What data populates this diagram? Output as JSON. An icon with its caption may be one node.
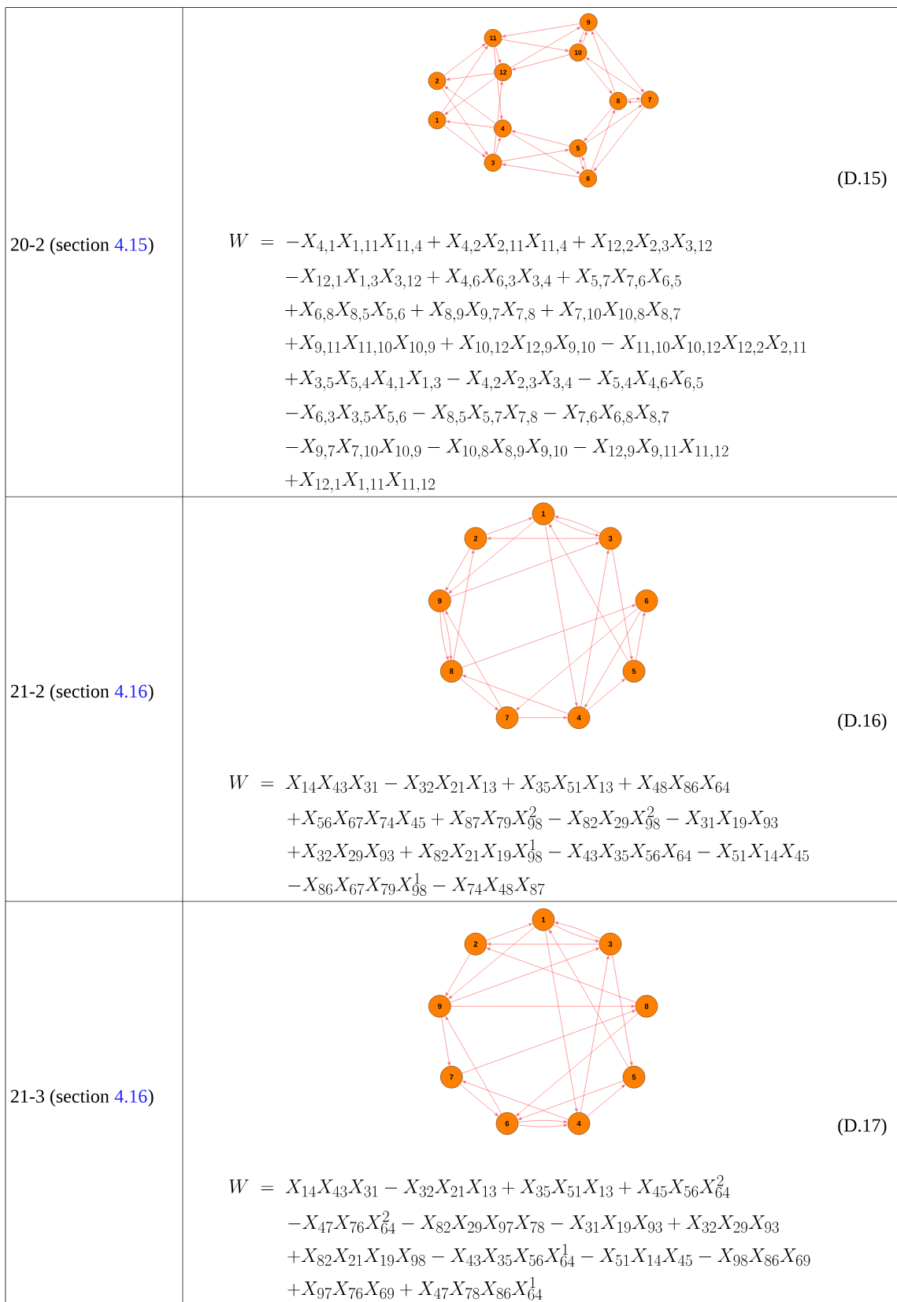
{
  "diagram": {
    "nodes": [
      {
        "text": [
          "1"
        ]
      },
      {
        "text": [
          "2"
        ]
      },
      {
        "text": [
          "3"
        ]
      },
      {
        "text": [
          "4"
        ]
      },
      {
        "text": [
          "5"
        ]
      },
      {
        "text": [
          "6"
        ]
      },
      {
        "text": [
          "7"
        ]
      },
      {
        "text": [
          "8"
        ]
      },
      {
        "text": [
          "9"
        ]
      },
      {
        "text": [
          "10"
        ]
      },
      {
        "text": [
          "11"
        ]
      },
      {
        "text": [
          "12"
        ]
      },
      {
        "text": [
          "1"
        ]
      },
      {
        "text": [
          "2"
        ]
      },
      {
        "text": [
          "3"
        ]
      },
      {
        "text": [
          "4"
        ]
      },
      {
        "text": [
          "5"
        ]
      },
      {
        "text": [
          "6"
        ]
      },
      {
        "text": [
          "7"
        ]
      },
      {
        "text": [
          "8"
        ]
      },
      {
        "text": [
          "9"
        ]
      },
      {
        "text": [
          "1"
        ]
      },
      {
        "text": [
          "2"
        ]
      },
      {
        "text": [
          "3"
        ]
      },
      {
        "text": [
          "4"
        ]
      },
      {
        "text": [
          "5"
        ]
      },
      {
        "text": [
          "6"
        ]
      },
      {
        "text": [
          "7"
        ]
      },
      {
        "text": [
          "8"
        ]
      },
      {
        "text": [
          "9"
        ]
      }
    ],
    "edges": [
      {
        "from": 3,
        "to": 0,
        "arrow": "to"
      },
      {
        "from": 0,
        "to": 10,
        "arrow": "to"
      },
      {
        "from": 10,
        "to": 3,
        "arrow": "to"
      },
      {
        "from": 3,
        "to": 1,
        "arrow": "to"
      },
      {
        "from": 1,
        "to": 10,
        "arrow": "to"
      },
      {
        "from": 11,
        "to": 1,
        "arrow": "to"
      },
      {
        "from": 1,
        "to": 2,
        "arrow": "to"
      },
      {
        "from": 2,
        "to": 11,
        "arrow": "to"
      },
      {
        "from": 11,
        "to": 0,
        "arrow": "to"
      },
      {
        "from": 0,
        "to": 2,
        "arrow": "to"
      },
      {
        "from": 3,
        "to": 5,
        "arrow": "to"
      },
      {
        "from": 5,
        "to": 2,
        "arrow": "to"
      },
      {
        "from": 2,
        "to": 3,
        "arrow": "to"
      },
      {
        "from": 4,
        "to": 6,
        "arrow": "to"
      },
      {
        "from": 6,
        "to": 5,
        "arrow": "to"
      },
      {
        "from": 5,
        "to": 4,
        "arrow": "to"
      },
      {
        "from": 5,
        "to": 7,
        "arrow": "to"
      },
      {
        "from": 7,
        "to": 4,
        "arrow": "to"
      },
      {
        "from": 4,
        "to": 5,
        "arrow": "to"
      },
      {
        "from": 7,
        "to": 8,
        "arrow": "to"
      },
      {
        "from": 8,
        "to": 6,
        "arrow": "to"
      },
      {
        "from": 6,
        "to": 7,
        "arrow": "to"
      },
      {
        "from": 6,
        "to": 9,
        "arrow": "to"
      },
      {
        "from": 9,
        "to": 7,
        "arrow": "to"
      },
      {
        "from": 7,
        "to": 6,
        "arrow": "to"
      },
      {
        "from": 8,
        "to": 10,
        "arrow": "to"
      },
      {
        "from": 10,
        "to": 9,
        "arrow": "to"
      },
      {
        "from": 9,
        "to": 8,
        "arrow": "to"
      },
      {
        "from": 9,
        "to": 11,
        "arrow": "to"
      },
      {
        "from": 11,
        "to": 8,
        "arrow": "to"
      },
      {
        "from": 8,
        "to": 9,
        "arrow": "to"
      },
      {
        "from": 2,
        "to": 4,
        "arrow": "to"
      },
      {
        "from": 4,
        "to": 3,
        "arrow": "to"
      },
      {
        "from": 10,
        "to": 11,
        "arrow": "to"
      },
      {
        "from": 12,
        "to": 15,
        "arrow": "to"
      },
      {
        "from": 15,
        "to": 14,
        "arrow": "to"
      },
      {
        "from": 14,
        "to": 12,
        "arrow": "to"
      },
      {
        "from": 14,
        "to": 13,
        "arrow": "to"
      },
      {
        "from": 13,
        "to": 12,
        "arrow": "to"
      },
      {
        "from": 12,
        "to": 14,
        "arrow": "to"
      },
      {
        "from": 14,
        "to": 16,
        "arrow": "to"
      },
      {
        "from": 16,
        "to": 12,
        "arrow": "to"
      },
      {
        "from": 15,
        "to": 19,
        "arrow": "to"
      },
      {
        "from": 19,
        "to": 17,
        "arrow": "to"
      },
      {
        "from": 17,
        "to": 15,
        "arrow": "to"
      },
      {
        "from": 16,
        "to": 17,
        "arrow": "to"
      },
      {
        "from": 17,
        "to": 18,
        "arrow": "to"
      },
      {
        "from": 18,
        "to": 15,
        "arrow": "to"
      },
      {
        "from": 15,
        "to": 16,
        "arrow": "to"
      },
      {
        "from": 19,
        "to": 18,
        "arrow": "to"
      },
      {
        "from": 18,
        "to": 20,
        "arrow": "to"
      },
      {
        "from": 20,
        "to": 19,
        "arrow": "to"
      },
      {
        "from": 20,
        "to": 19,
        "arrow": "to"
      },
      {
        "from": 19,
        "to": 13,
        "arrow": "to"
      },
      {
        "from": 13,
        "to": 20,
        "arrow": "to"
      },
      {
        "from": 12,
        "to": 20,
        "arrow": "to"
      },
      {
        "from": 20,
        "to": 14,
        "arrow": "to"
      },
      {
        "from": 21,
        "to": 24,
        "arrow": "to"
      },
      {
        "from": 24,
        "to": 23,
        "arrow": "to"
      },
      {
        "from": 23,
        "to": 21,
        "arrow": "to"
      },
      {
        "from": 23,
        "to": 22,
        "arrow": "to"
      },
      {
        "from": 22,
        "to": 21,
        "arrow": "to"
      },
      {
        "from": 21,
        "to": 23,
        "arrow": "to"
      },
      {
        "from": 23,
        "to": 25,
        "arrow": "to"
      },
      {
        "from": 25,
        "to": 21,
        "arrow": "to"
      },
      {
        "from": 24,
        "to": 25,
        "arrow": "to"
      },
      {
        "from": 25,
        "to": 26,
        "arrow": "to"
      },
      {
        "from": 26,
        "to": 24,
        "arrow": "to"
      },
      {
        "from": 26,
        "to": 24,
        "arrow": "to"
      },
      {
        "from": 24,
        "to": 27,
        "arrow": "to"
      },
      {
        "from": 27,
        "to": 26,
        "arrow": "to"
      },
      {
        "from": 28,
        "to": 22,
        "arrow": "to"
      },
      {
        "from": 22,
        "to": 29,
        "arrow": "to"
      },
      {
        "from": 29,
        "to": 27,
        "arrow": "to"
      },
      {
        "from": 27,
        "to": 28,
        "arrow": "to"
      },
      {
        "from": 21,
        "to": 29,
        "arrow": "to"
      },
      {
        "from": 29,
        "to": 23,
        "arrow": "to"
      },
      {
        "from": 29,
        "to": 28,
        "arrow": "to"
      },
      {
        "from": 28,
        "to": 26,
        "arrow": "to"
      },
      {
        "from": 26,
        "to": 29,
        "arrow": "to"
      }
    ],
    "labels": [
      "20-2 (section",
      "4.15",
      ")",
      "(D.15)",
      "W\\;=\\;-X_{4,1}X_{1,11}X_{11,4}+X_{4,2}X_{2,11}X_{11,4}+X_{12,2}X_{2,3}X_{3,12}",
      "-X_{12,1}X_{1,3}X_{3,12}+X_{4,6}X_{6,3}X_{3,4}+X_{5,7}X_{7,6}X_{6,5}",
      "+X_{6,8}X_{8,5}X_{5,6}+X_{8,9}X_{9,7}X_{7,8}+X_{7,10}X_{10,8}X_{8,7}",
      "+X_{9,11}X_{11,10}X_{10,9}+X_{10,12}X_{12,9}X_{9,10}-X_{11,10}X_{10,12}X_{12,2}X_{2,11}",
      "+X_{3,5}X_{5,4}X_{4,1}X_{1,3}-X_{4,2}X_{2,3}X_{3,4}-X_{5,4}X_{4,6}X_{6,5}",
      "-X_{6,3}X_{3,5}X_{5,6}-X_{8,5}X_{5,7}X_{7,8}-X_{7,6}X_{6,8}X_{8,7}",
      "-X_{9,7}X_{7,10}X_{10,9}-X_{10,8}X_{8,9}X_{9,10}-X_{12,9}X_{9,11}X_{11,12}",
      "+X_{12,1}X_{1,11}X_{11,12}",
      "21-2 (section",
      "4.16",
      ")",
      "(D.16)",
      "W\\;=\\;X_{14}X_{43}X_{31}-X_{32}X_{21}X_{13}+X_{35}X_{51}X_{13}+X_{48}X_{86}X_{64}",
      "+X_{56}X_{67}X_{74}X_{45}+X_{87}X_{79}X^{2}_{98}-X_{82}X_{29}X^{2}_{98}-X_{31}X_{19}X_{93}",
      "+X_{32}X_{29}X_{93}+X_{82}X_{21}X_{19}X^{1}_{98}-X_{43}X_{35}X_{56}X_{64}-X_{51}X_{14}X_{45}",
      "-X_{86}X_{67}X_{79}X^{1}_{98}-X_{74}X_{48}X_{87}",
      "21-3 (section",
      "4.16",
      ")",
      "(D.17)",
      "W\\;=\\;X_{14}X_{43}X_{31}-X_{32}X_{21}X_{13}+X_{35}X_{51}X_{13}+X_{45}X_{56}X^{2}_{64}",
      "-X_{47}X_{76}X^{2}_{64}-X_{82}X_{29}X_{97}X_{78}-X_{31}X_{19}X_{93}+X_{32}X_{29}X_{93}",
      "+X_{82}X_{21}X_{19}X_{98}-X_{43}X_{35}X_{56}X^{1}_{64}-X_{51}X_{14}X_{45}-X_{98}X_{86}X_{69}",
      "+X_{97}X_{76}X_{69}+X_{47}X_{78}X_{86}X^{1}_{64}"
    ]
  }
}
